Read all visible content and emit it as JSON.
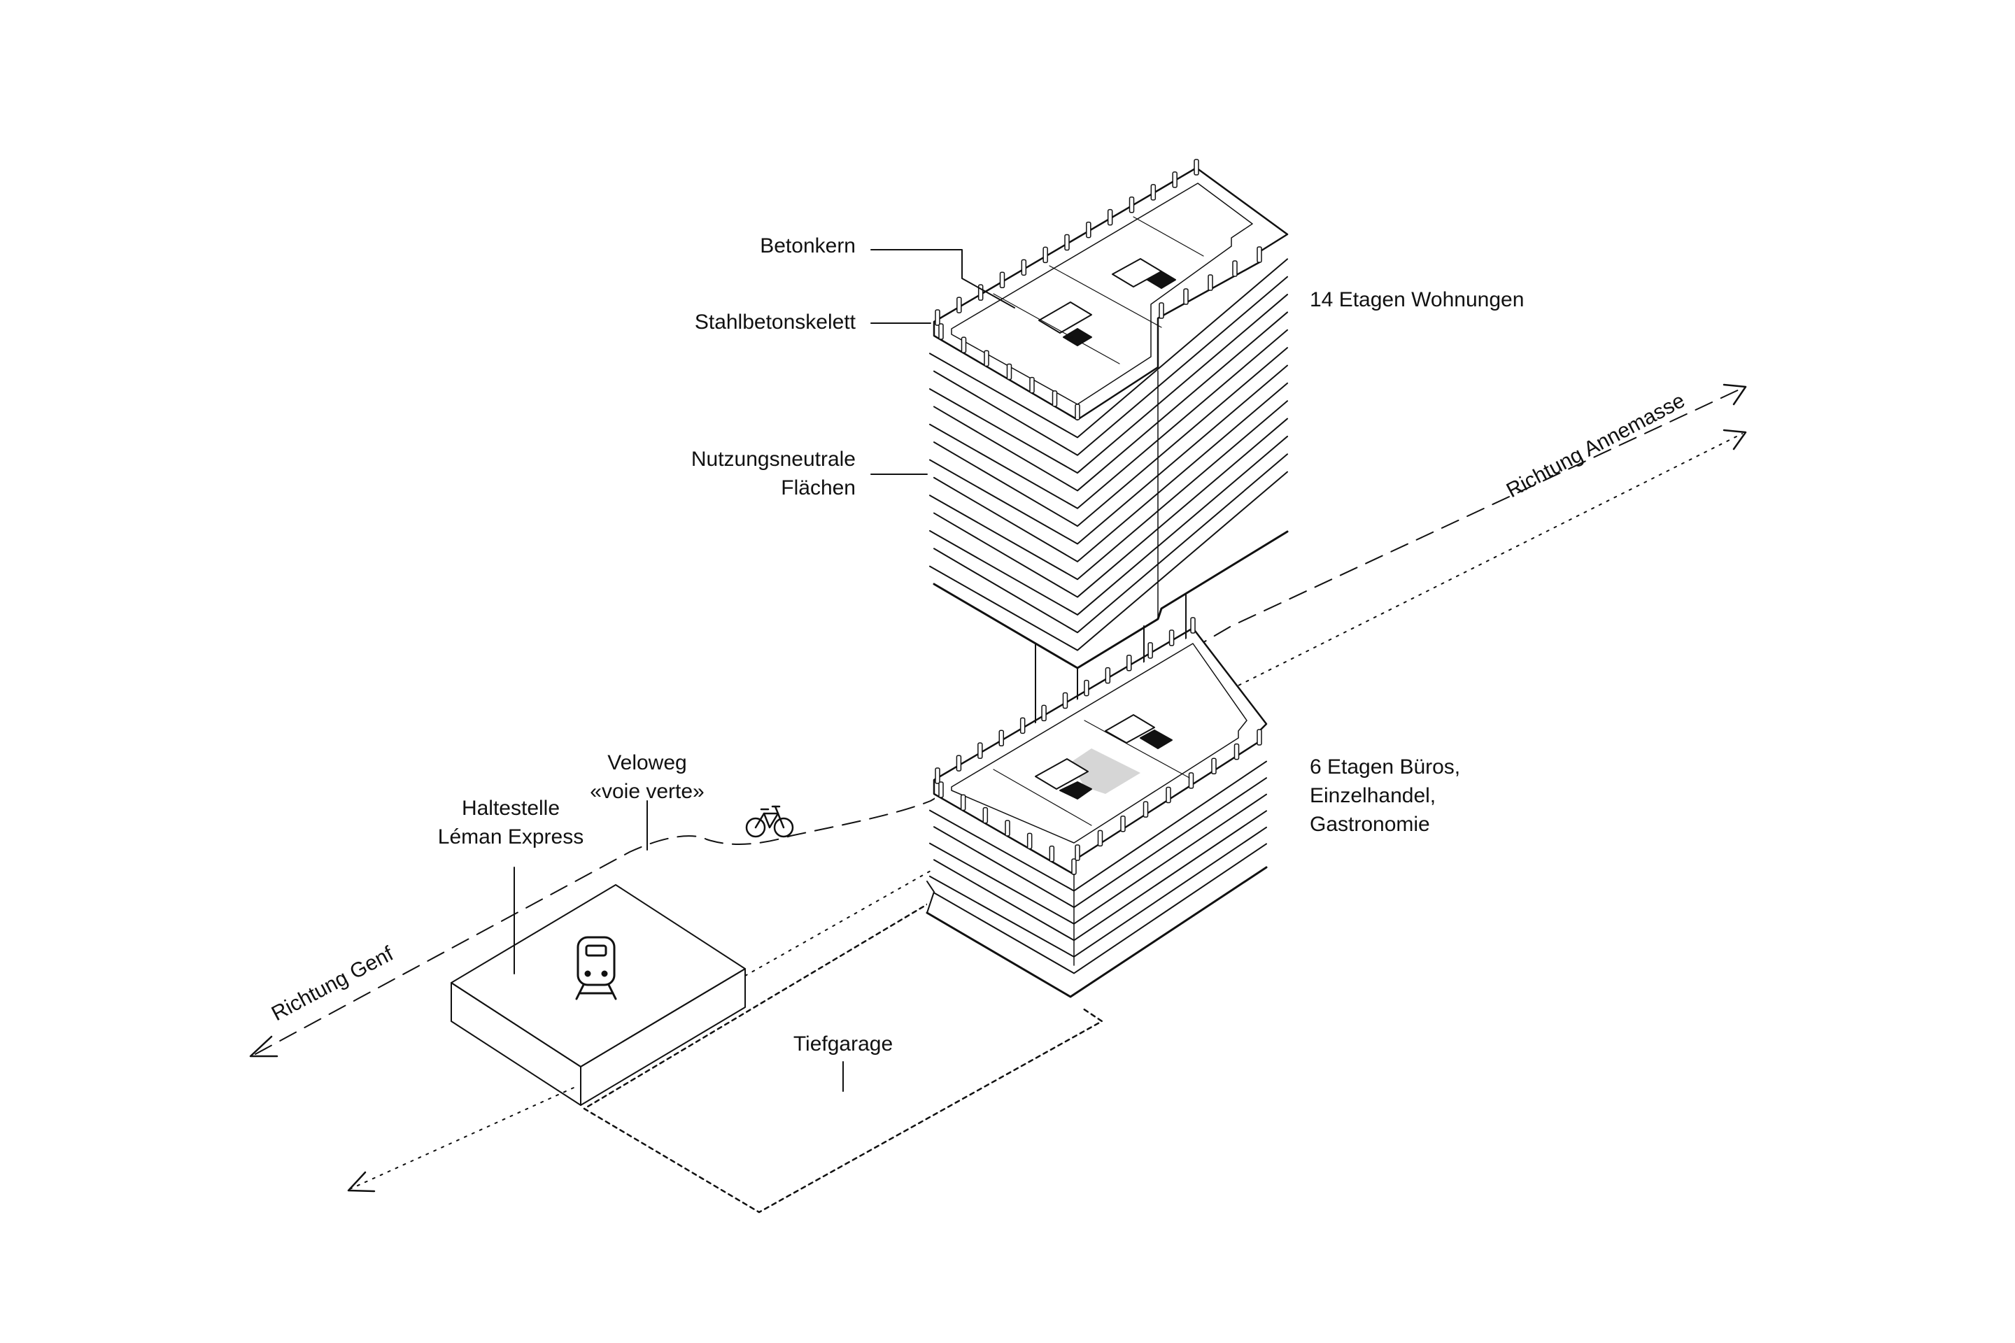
{
  "labels": {
    "betonkern": "Betonkern",
    "stahlbetonskelett": "Stahlbetonskelett",
    "nutzung_line1": "Nutzungsneutrale",
    "nutzung_line2": "Flächen",
    "wohnungen": "14 Etagen Wohnungen",
    "bueros_line1": "6 Etagen Büros,",
    "bueros_line2": "Einzelhandel,",
    "bueros_line3": "Gastronomie",
    "veloweg_line1": "Veloweg",
    "veloweg_line2": "«voie verte»",
    "haltestelle_line1": "Haltestelle",
    "haltestelle_line2": "Léman Express",
    "tiefgarage": "Tiefgarage",
    "richtung_genf": "Richtung Genf",
    "richtung_annemasse": "Richtung Annemasse"
  },
  "upper_block": {
    "floors": 14
  },
  "lower_block": {
    "floors": 6
  },
  "icons": [
    "train-icon",
    "bicycle-icon"
  ]
}
